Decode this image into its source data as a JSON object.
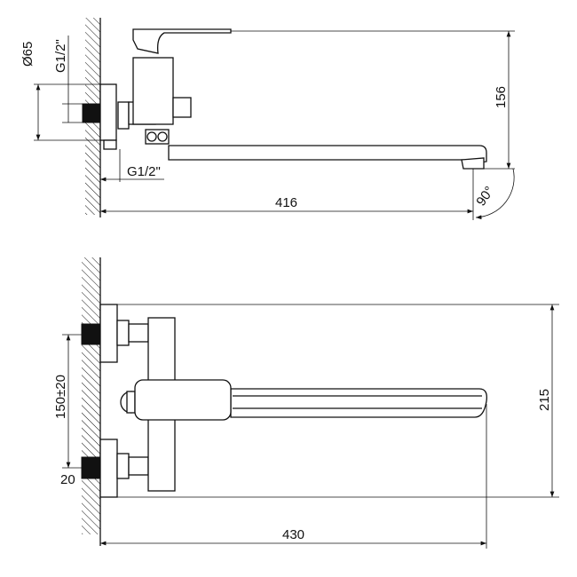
{
  "top_view": {
    "dim_flange_diameter": "Ø65",
    "dim_thread_wall": "G1/2\"",
    "dim_thread_outlet": "G1/2\"",
    "dim_height": "156",
    "dim_length": "416",
    "dim_angle": "90°"
  },
  "front_view": {
    "dim_center_distance": "150±20",
    "dim_thread_depth": "20",
    "dim_height": "215",
    "dim_length": "430"
  }
}
